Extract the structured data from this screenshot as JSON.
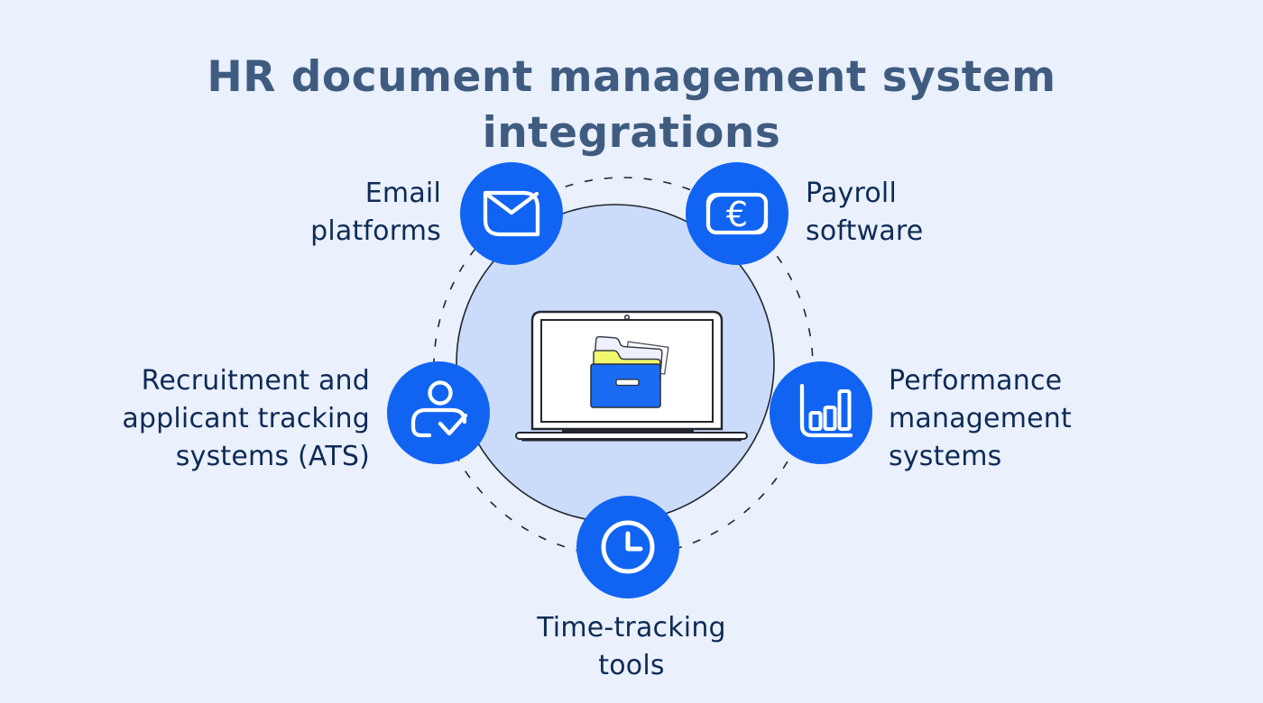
{
  "title": "HR document management system\nintegrations",
  "center_illustration": "laptop-with-folder-stack",
  "nodes": [
    {
      "id": "email-platforms",
      "label": "Email\nplatforms",
      "icon": "envelope-icon"
    },
    {
      "id": "payroll-software",
      "label": "Payroll\nsoftware",
      "icon": "banknote-euro-icon"
    },
    {
      "id": "recruitment-ats",
      "label": "Recruitment and\napplicant tracking\nsystems (ATS)",
      "icon": "person-check-icon"
    },
    {
      "id": "performance-management",
      "label": "Performance\nmanagement\nsystems",
      "icon": "bar-chart-icon"
    },
    {
      "id": "time-tracking",
      "label": "Time-tracking\ntools",
      "icon": "clock-icon"
    }
  ],
  "colors": {
    "background": "#eaf0fc",
    "title_text": "#3f5c80",
    "label_text": "#0e2b56",
    "node_circle": "#1164f2",
    "icon_stroke": "#ffffff",
    "inner_circle_fill": "#cbdcfb",
    "outline": "#23262e",
    "folder_yellow": "#f2f86c",
    "folder_blue": "#1b6cf3",
    "folder_back": "#eef1fc"
  }
}
